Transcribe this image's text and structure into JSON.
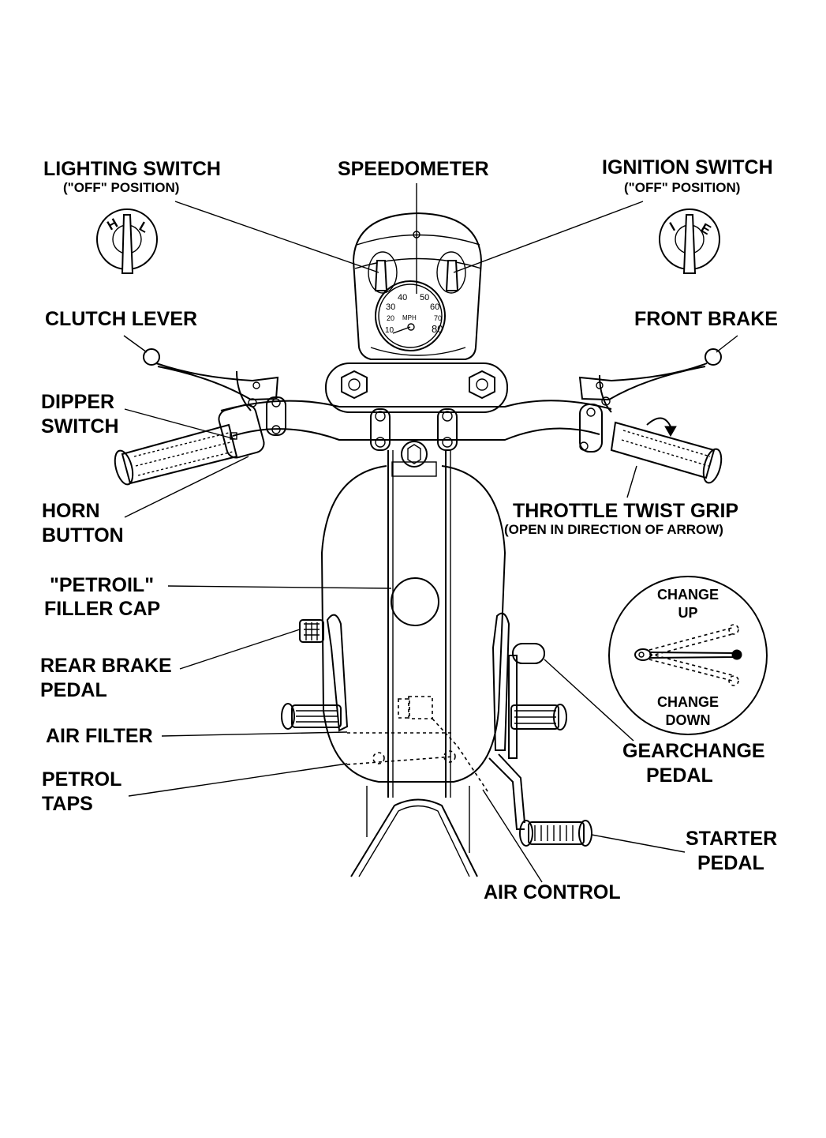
{
  "labels": {
    "lighting_switch": {
      "title": "LIGHTING SWITCH",
      "note": "(\"OFF\" POSITION)",
      "key_letters": [
        "H",
        "L"
      ]
    },
    "speedometer": {
      "title": "SPEEDOMETER",
      "unit": "MPH",
      "scale": [
        "10",
        "20",
        "30",
        "40",
        "50",
        "60",
        "70",
        "80"
      ]
    },
    "ignition_switch": {
      "title": "IGNITION SWITCH",
      "note": "(\"OFF\" POSITION)",
      "key_letters": [
        "I",
        "E"
      ]
    },
    "clutch_lever": "CLUTCH LEVER",
    "front_brake": "FRONT BRAKE",
    "dipper_switch": [
      "DIPPER",
      "SWITCH"
    ],
    "horn_button": [
      "HORN",
      "BUTTON"
    ],
    "throttle": {
      "title": "THROTTLE TWIST GRIP",
      "note": "(OPEN IN DIRECTION OF ARROW)"
    },
    "petroil_filler_cap": [
      "\"PETROIL\"",
      "FILLER CAP"
    ],
    "gear_inset": {
      "up": [
        "CHANGE",
        "UP"
      ],
      "down": [
        "CHANGE",
        "DOWN"
      ]
    },
    "rear_brake_pedal": [
      "REAR BRAKE",
      "PEDAL"
    ],
    "air_filter": "AIR FILTER",
    "gearchange_pedal": [
      "GEARCHANGE",
      "PEDAL"
    ],
    "petrol_taps": [
      "PETROL",
      "TAPS"
    ],
    "starter_pedal": [
      "STARTER",
      "PEDAL"
    ],
    "air_control": "AIR CONTROL"
  }
}
